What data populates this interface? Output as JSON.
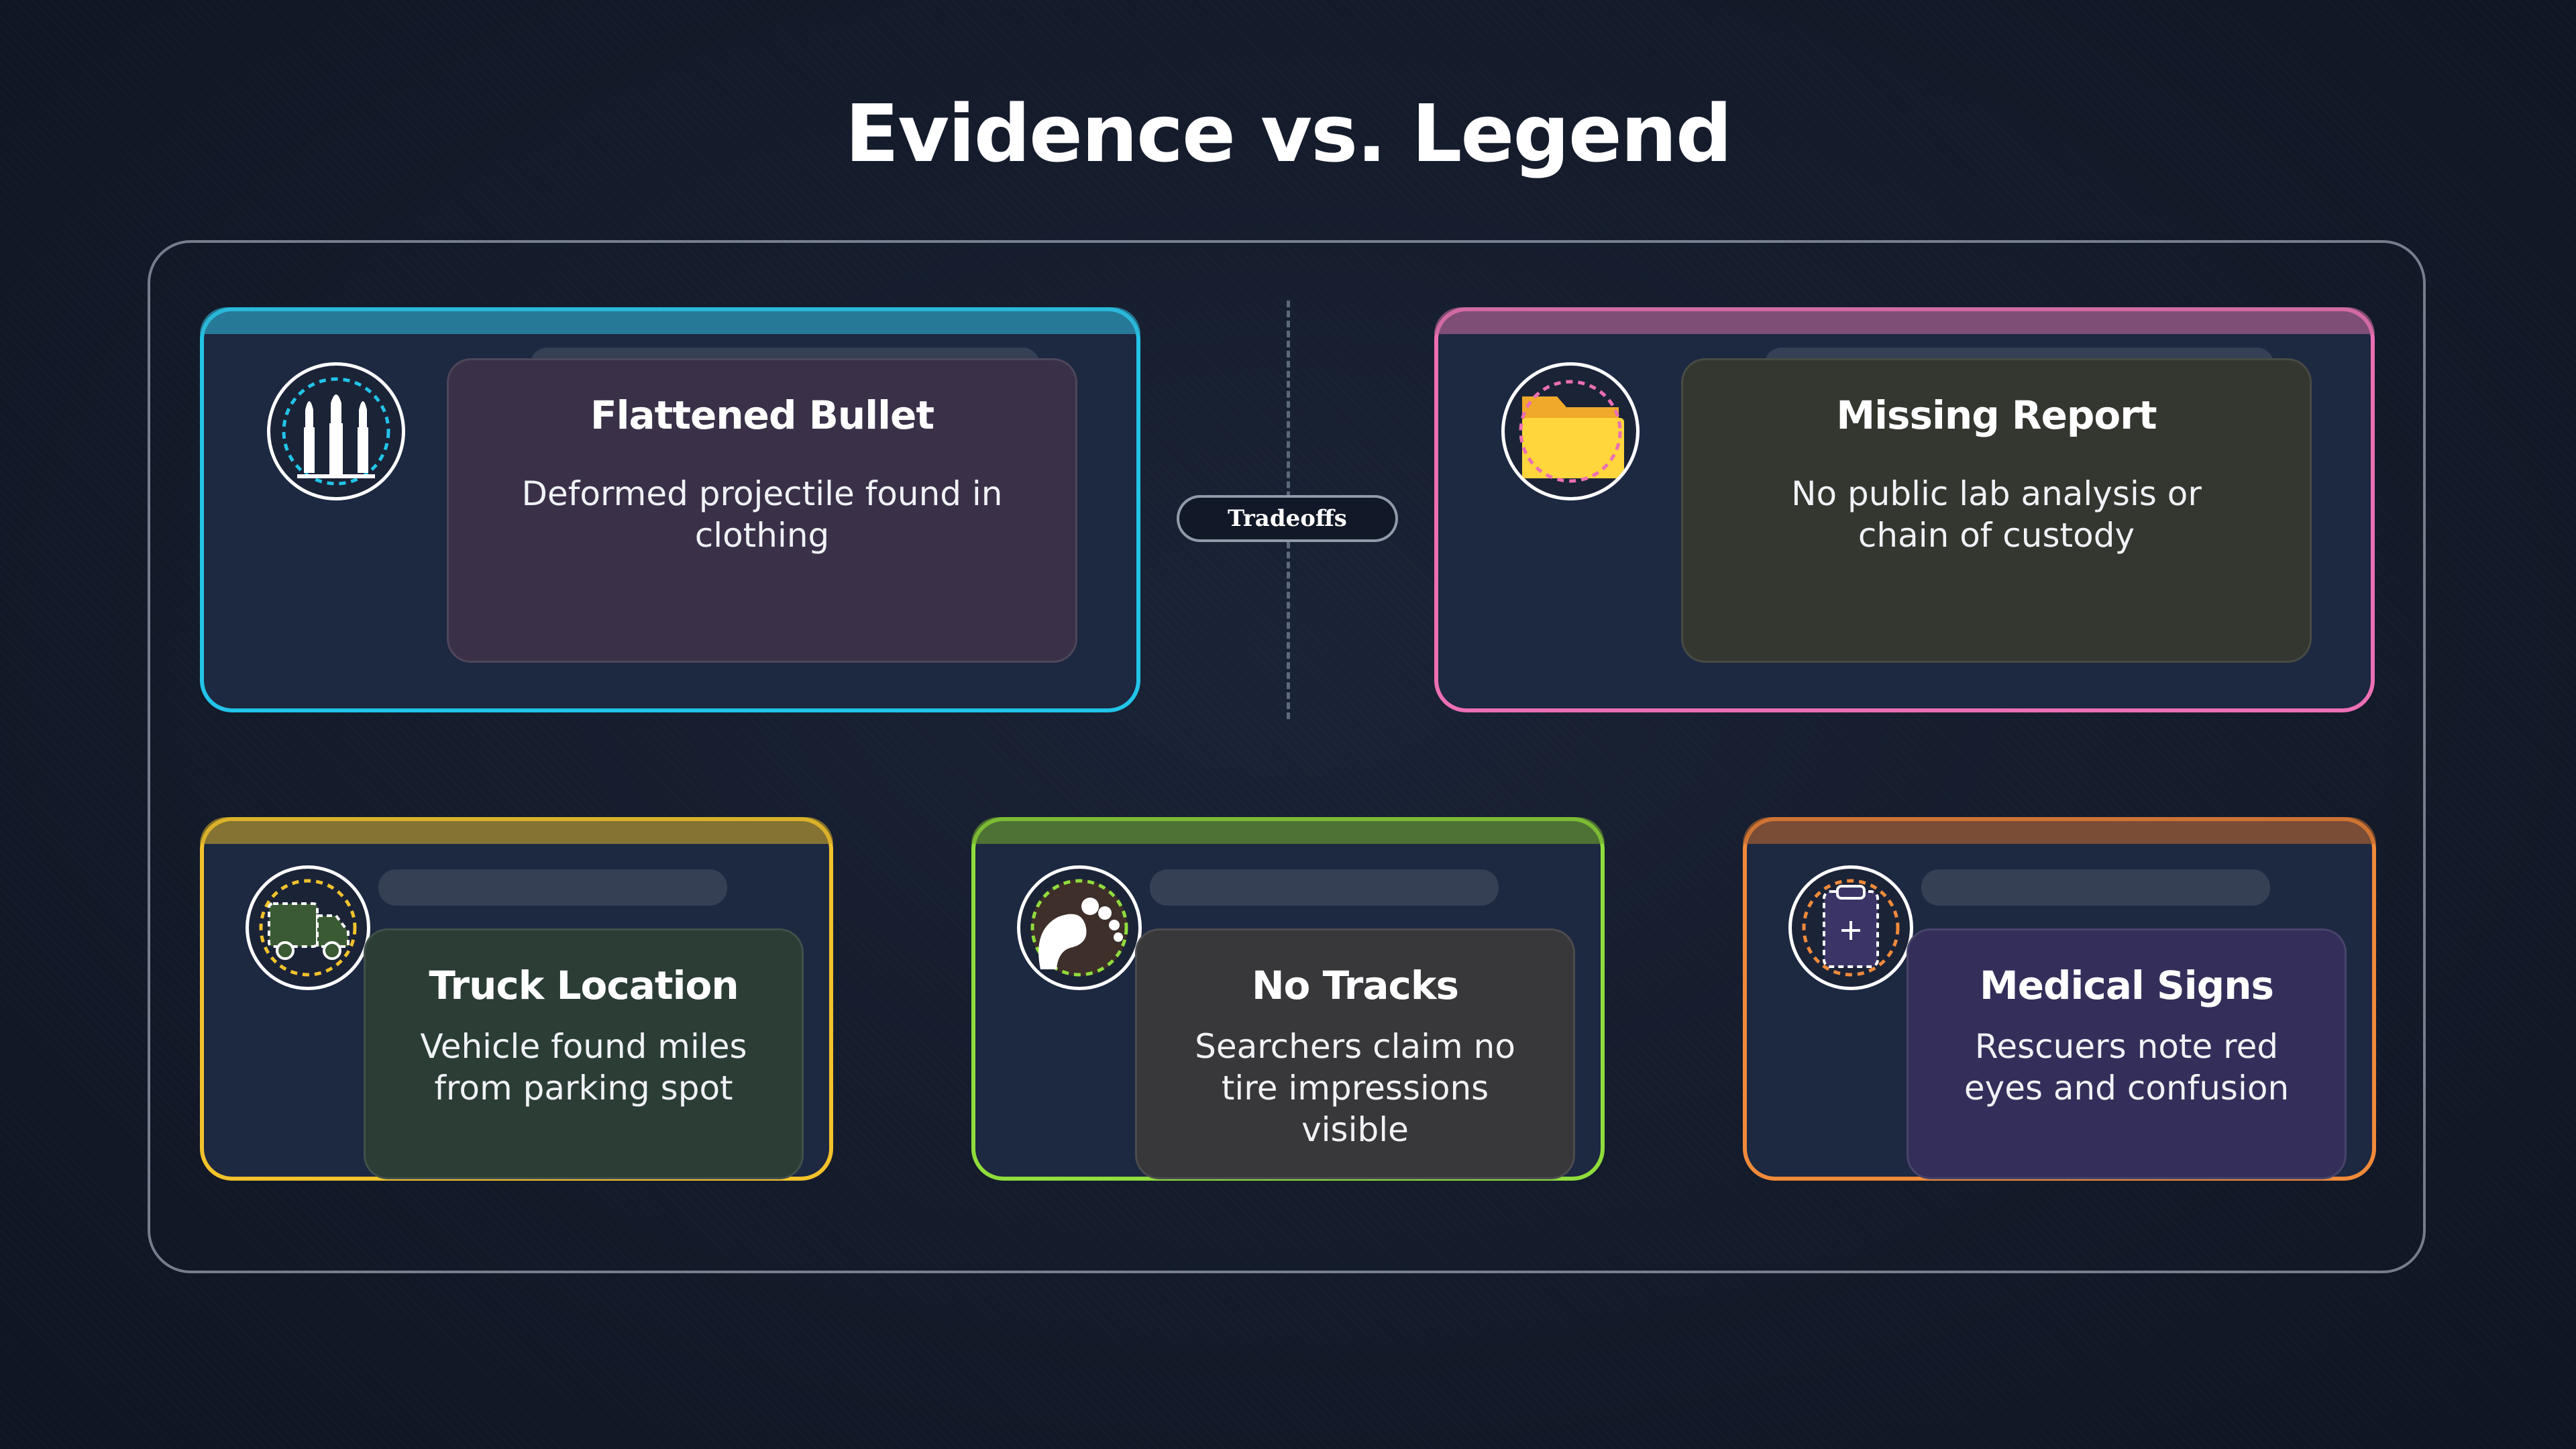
{
  "title": "Evidence vs. Legend",
  "divider_label": "Tradeoffs",
  "cards": [
    {
      "title": "Flattened Bullet",
      "description": "Deformed projectile found in clothing",
      "accent": "#22c4e8",
      "icon": "bullets-icon"
    },
    {
      "title": "Missing Report",
      "description": "No public lab analysis or chain of custody",
      "accent": "#ec6fb4",
      "icon": "folder-icon"
    },
    {
      "title": "Truck Location",
      "description": "Vehicle found miles from parking spot",
      "accent": "#f2c22b",
      "icon": "truck-icon"
    },
    {
      "title": "No Tracks",
      "description": "Searchers claim no tire impressions visible",
      "accent": "#8fdc3c",
      "icon": "footprint-icon"
    },
    {
      "title": "Medical Signs",
      "description": "Rescuers note red eyes and confusion",
      "accent": "#f08a3a",
      "icon": "clipboard-icon"
    }
  ]
}
